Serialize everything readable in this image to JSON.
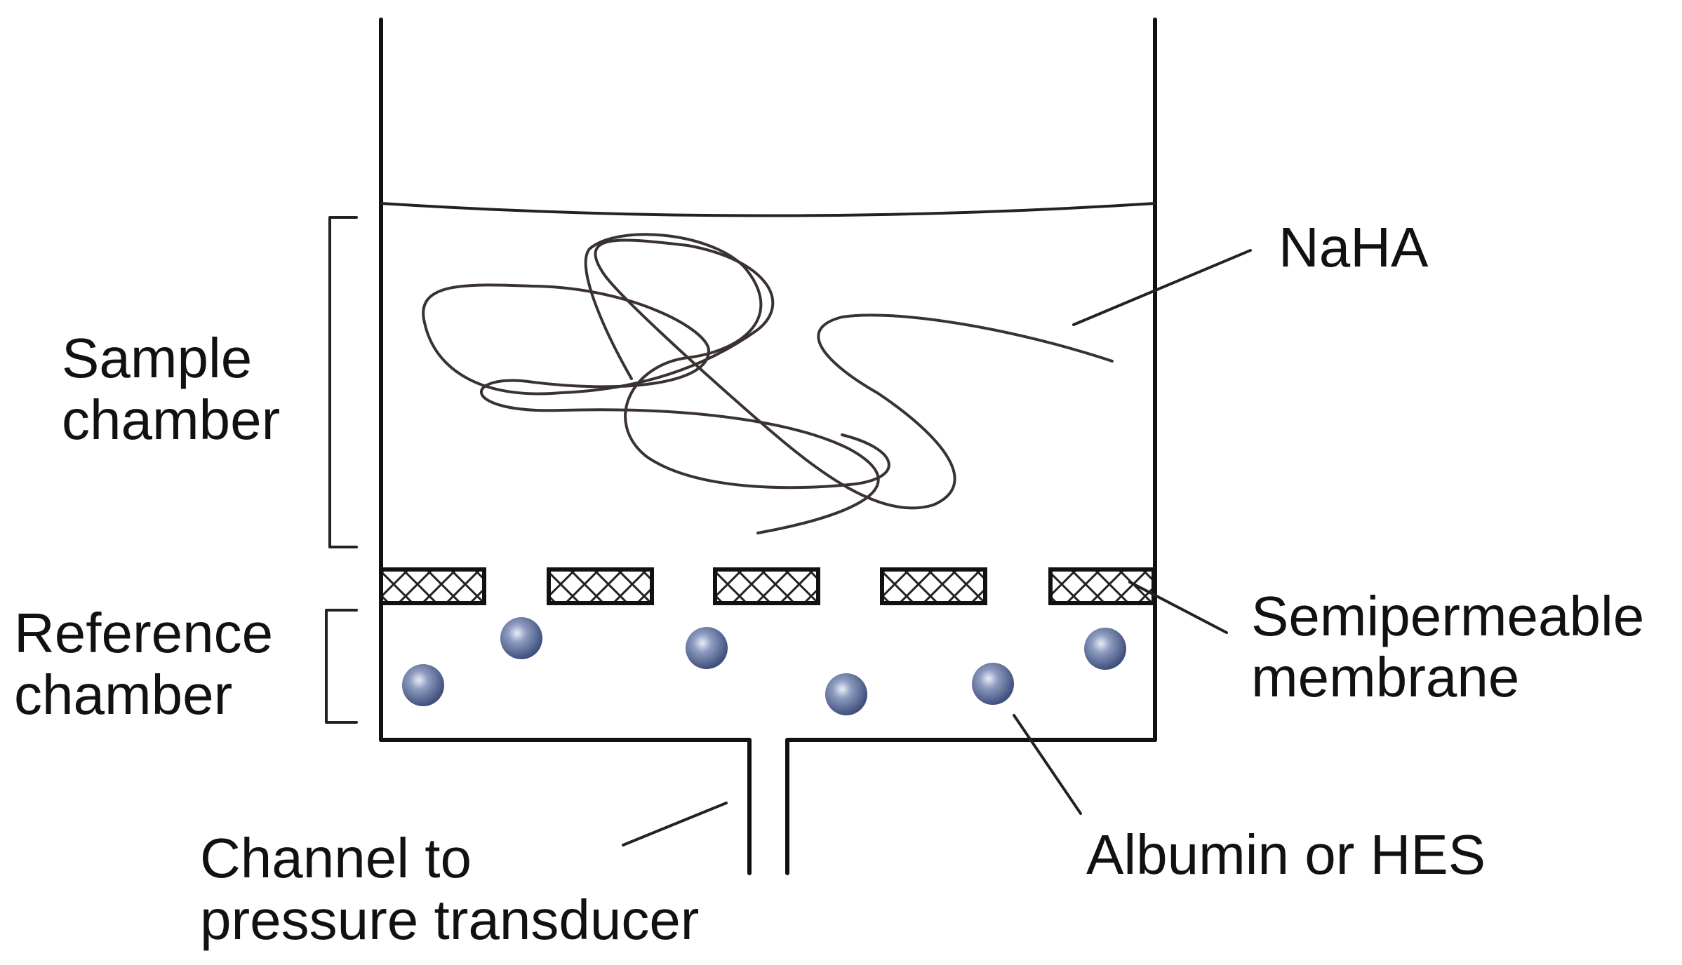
{
  "labels": {
    "sample_chamber_line1": "Sample",
    "sample_chamber_line2": "chamber",
    "reference_chamber_line1": "Reference",
    "reference_chamber_line2": "chamber",
    "naha": "NaHA",
    "membrane_line1": "Semipermeable",
    "membrane_line2": "membrane",
    "channel_line1": "Channel to",
    "channel_line2": "pressure transducer",
    "albumin": "Albumin or HES"
  },
  "colors": {
    "line": "#111111",
    "particle": "#4a5a86",
    "particle_highlight": "#e8eef8",
    "membrane_hatch": "#222222"
  }
}
